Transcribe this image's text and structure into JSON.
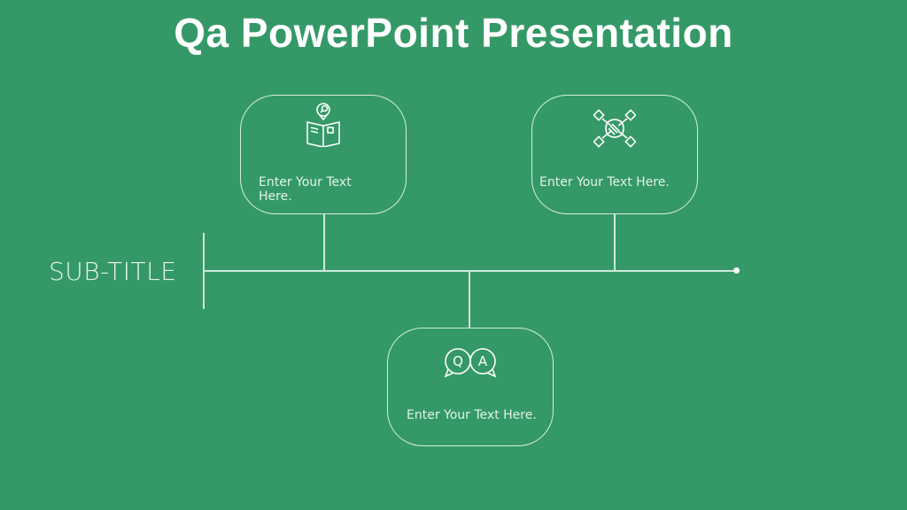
{
  "slide": {
    "title": "Qa PowerPoint Presentation",
    "subtitle": "SUB-TITLE",
    "background_color": "#349967",
    "cards": [
      {
        "icon": "book-search-icon",
        "text": "Enter Your Text Here."
      },
      {
        "icon": "team-hands-icon",
        "text": "Enter Your Text Here."
      },
      {
        "icon": "qa-chat-bubbles-icon",
        "text": "Enter Your Text Here."
      }
    ]
  }
}
